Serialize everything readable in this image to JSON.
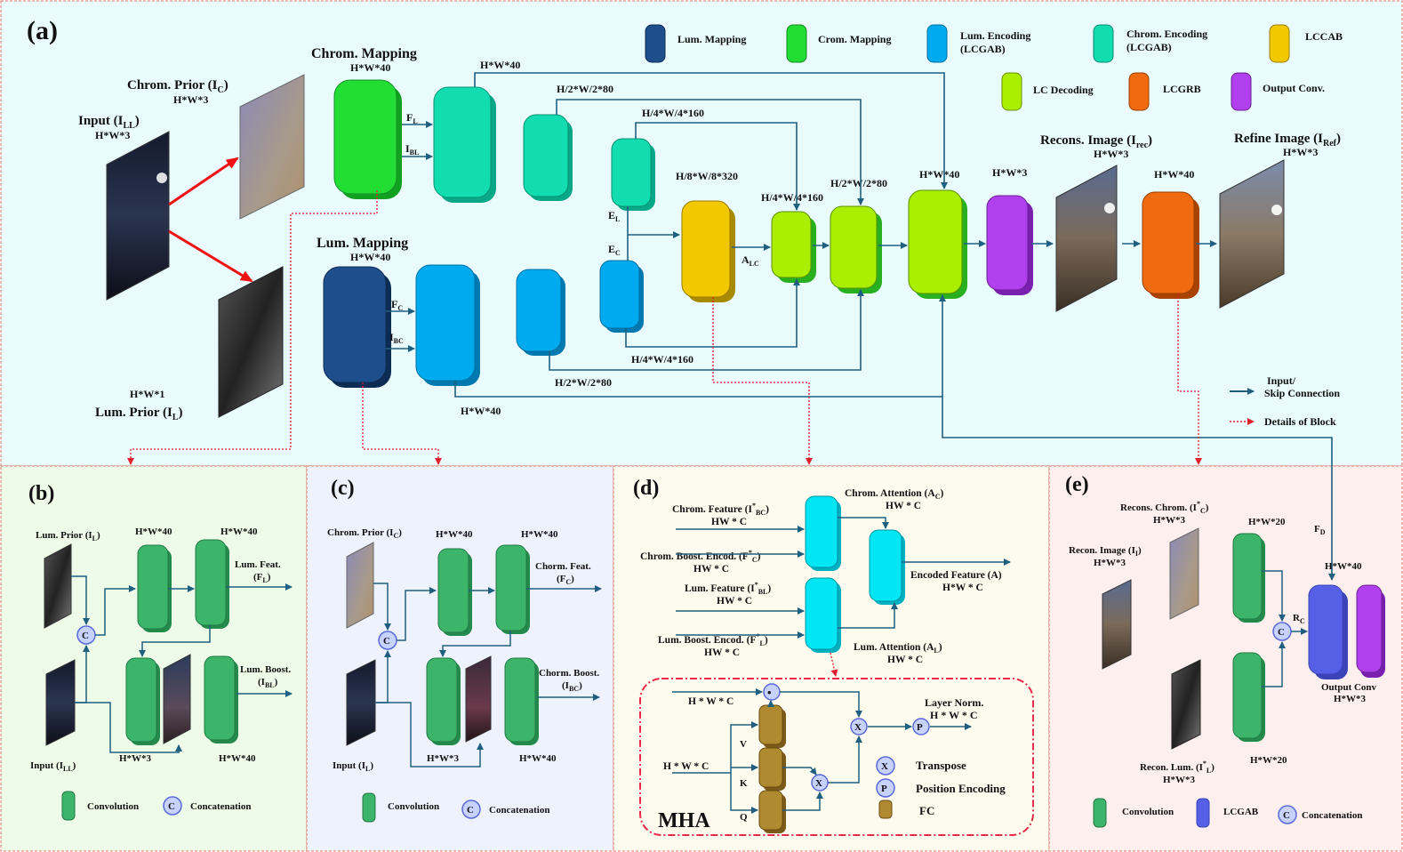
{
  "panels": {
    "a": "(a)",
    "b": "(b)",
    "c": "(c)",
    "d": "(d)",
    "e": "(e)"
  },
  "colors": {
    "lum_mapping": "#1f4e8c",
    "chrom_mapping": "#22dd33",
    "lum_encoding": "#00aaee",
    "chrom_encoding": "#11ddb0",
    "lccab": "#f2c800",
    "lc_decoding": "#aaee00",
    "lcgrb": "#f06a10",
    "output_conv": "#b040ee",
    "convolution": "#3cb46a",
    "lcgab": "#5560e6",
    "attention": "#00e6f2",
    "fc": "#b08a30",
    "arrow": "#1f6080",
    "detail_arrow": "#e0202a"
  },
  "legend_a": {
    "lum_mapping": "Lum. Mapping",
    "crom_mapping": "Crom. Mapping",
    "lum_encoding_1": "Lum. Encoding",
    "lum_encoding_2": "(LCGAB)",
    "chrom_encoding_1": "Chrom. Encoding",
    "chrom_encoding_2": "(LCGAB)",
    "lccab": "LCCAB",
    "lc_decoding": "LC Decoding",
    "lcgrb": "LCGRB",
    "output_conv": "Output Conv.",
    "skip_1": "Input/",
    "skip_2": "Skip Connection",
    "details": "Details of Block"
  },
  "a": {
    "input": "Input (I",
    "input_sub": "LL",
    "input_dim": "H*W*3",
    "chrom_prior": "Chrom. Prior (I",
    "chrom_prior_sub": "C",
    "chrom_prior_dim": "H*W*3",
    "lum_prior_dim": "H*W*1",
    "lum_prior": "Lum. Prior (I",
    "lum_prior_sub": "L",
    "chrom_mapping": "Chrom. Mapping",
    "chrom_mapping_dim": "H*W*40",
    "lum_mapping": "Lum.  Mapping",
    "lum_mapping_dim": "H*W*40",
    "fl": "F",
    "fl_sub": "L",
    "ibl": "I",
    "ibl_sub": "BL",
    "fc": "F",
    "fc_sub": "C",
    "ibc": "I",
    "ibc_sub": "BC",
    "dim_top1": "H*W*40",
    "dim_top2": "H/2*W/2*80",
    "dim_top3": "H/4*W/4*160",
    "dim_bot1": "H*W*40",
    "dim_bot2": "H/2*W/2*80",
    "dim_bot3": "H/4*W/4*160",
    "el": "E",
    "el_sub": "L",
    "ec": "E",
    "ec_sub": "C",
    "lccab_dim": "H/8*W/8*320",
    "alc": "A",
    "alc_sub": "LC",
    "dec1_dim": "H/4*W/4*160",
    "dec2_dim": "H/2*W/2*80",
    "dec3_dim": "H*W*40",
    "out_dim": "H*W*3",
    "recons": "Recons. Image (I",
    "recons_sub": "rec",
    "recons_dim": "H*W*3",
    "lcgrb_dim": "H*W*40",
    "refine": "Refine Image (I",
    "refine_sub": "Ref",
    "refine_dim": "H*W*3"
  },
  "b": {
    "lum_prior": "Lum. Prior (I",
    "lum_prior_sub": "L",
    "dim1": "H*W*40",
    "dim2": "H*W*40",
    "feat": "Lum. Feat.",
    "feat2": "(F",
    "feat2_sub": "L",
    "boost": "Lum. Boost.",
    "boost2": "(I",
    "boost2_sub": "BL",
    "dim3": "H*W*3",
    "dim4": "H*W*40",
    "input": "Input (I",
    "input_sub": "LL",
    "concat_letter": "C",
    "legend_conv": "Convolution",
    "legend_concat": "Concatenation"
  },
  "c": {
    "chrom_prior": "Chrom. Prior (I",
    "chrom_prior_sub": "C",
    "dim1": "H*W*40",
    "dim2": "H*W*40",
    "feat": "Chorm. Feat.",
    "feat2": "(F",
    "feat2_sub": "C",
    "boost": "Chorm. Boost.",
    "boost2": "(I",
    "boost2_sub": "BC",
    "dim3": "H*W*3",
    "dim4": "H*W*40",
    "input": "Input (I",
    "input_sub": "L",
    "concat_letter": "C",
    "legend_conv": "Convolution",
    "legend_concat": "Concatenation"
  },
  "d": {
    "chrom_feature": "Chrom. Feature (I",
    "chrom_feature_sub": "BC",
    "chrom_feature_dim": "HW * C",
    "chrom_boost": "Chrom. Boost. Encod. (F",
    "chrom_boost_sub": "C",
    "chrom_boost_dim": "HW * C",
    "lum_feature": "Lum. Feature (I",
    "lum_feature_sub": "BL",
    "lum_feature_dim": "HW * C",
    "lum_boost": "Lum. Boost. Encod. (F",
    "lum_boost_sub": "L",
    "lum_boost_dim": "HW * C",
    "chrom_attention": "Chrom. Attention (A",
    "chrom_attention_sub": "C",
    "chrom_attention_dim": "HW * C",
    "lum_attention": "Lum. Attention (A",
    "lum_attention_sub": "L",
    "lum_attention_dim": "HW * C",
    "encoded": "Encoded Feature (A)",
    "encoded_dim": "H*W * C",
    "hwc_top": "H * W * C",
    "hwc_mid": "H * W * C",
    "v": "V",
    "k": "K",
    "q": "Q",
    "x": "X",
    "p": "P",
    "dot": "•",
    "layer_norm": "Layer Norm.",
    "layer_norm_dim": "H * W * C",
    "mha": "MHA",
    "legend_transpose": "Transpose",
    "legend_position": "Position Encoding",
    "legend_fc": "FC"
  },
  "e": {
    "recons_chrom": "Recons. Chrom. (I",
    "recons_chrom_sub": "C",
    "recons_chrom_dim": "H*W*3",
    "recon_image": "Recon. Image (I",
    "recon_image_sub": "I",
    "recon_image_dim": "H*W*3",
    "recon_lum": "Recon. Lum. (I",
    "recon_lum_sub": "L",
    "recon_lum_dim": "H*W*3",
    "dim_top": "H*W*20",
    "dim_bot": "H*W*20",
    "fd": "F",
    "fd_sub": "D",
    "dim40": "H*W*40",
    "rc": "R",
    "rc_sub": "C",
    "concat_letter": "C",
    "output": "Output Conv",
    "output_dim": "H*W*3",
    "legend_conv": "Convolution",
    "legend_lcgab": "LCGAB",
    "legend_concat": "Concatenation"
  }
}
